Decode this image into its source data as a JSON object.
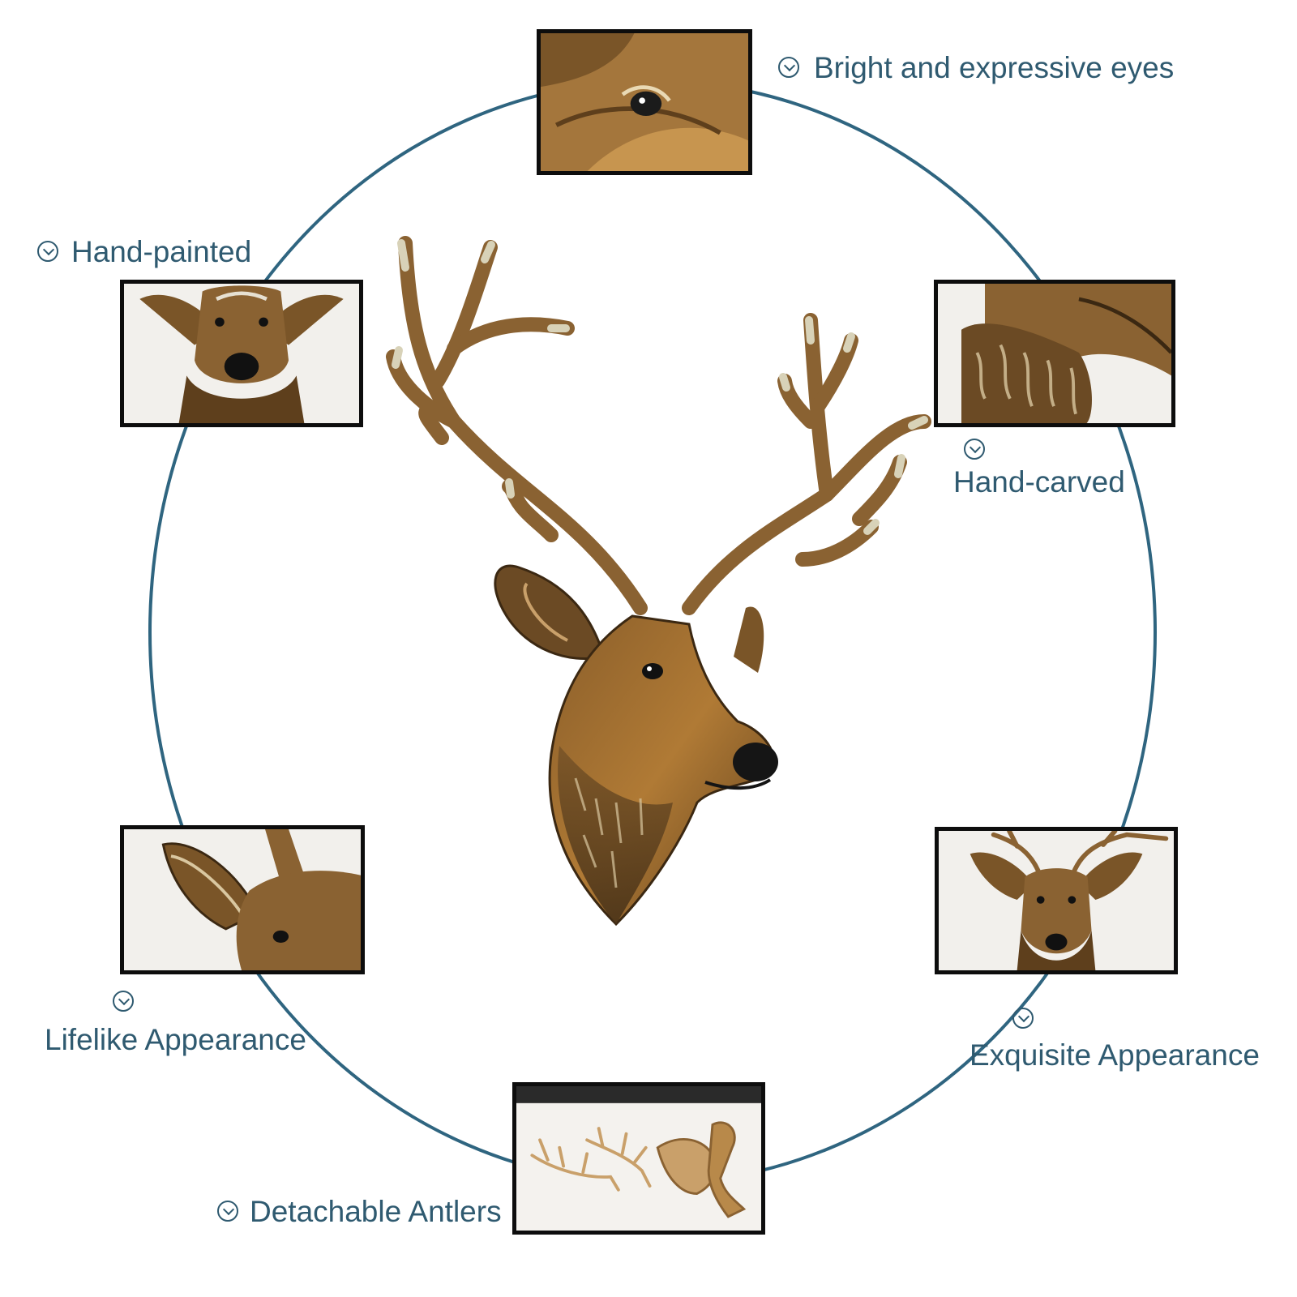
{
  "colors": {
    "ring": "#2f6580",
    "label": "#2f5a70",
    "frame": "#0d0d0d"
  },
  "features": [
    {
      "id": "eyes",
      "label": "Bright and expressive eyes",
      "icon": "check-circle-icon"
    },
    {
      "id": "painted",
      "label": "Hand-painted",
      "icon": "check-circle-icon"
    },
    {
      "id": "carved",
      "label": "Hand-carved",
      "icon": "check-circle-icon"
    },
    {
      "id": "lifelike",
      "label": "Lifelike Appearance",
      "icon": "check-circle-icon"
    },
    {
      "id": "exquisite",
      "label": "Exquisite Appearance",
      "icon": "check-circle-icon"
    },
    {
      "id": "antlers",
      "label": "Detachable Antlers",
      "icon": "check-circle-icon"
    }
  ]
}
